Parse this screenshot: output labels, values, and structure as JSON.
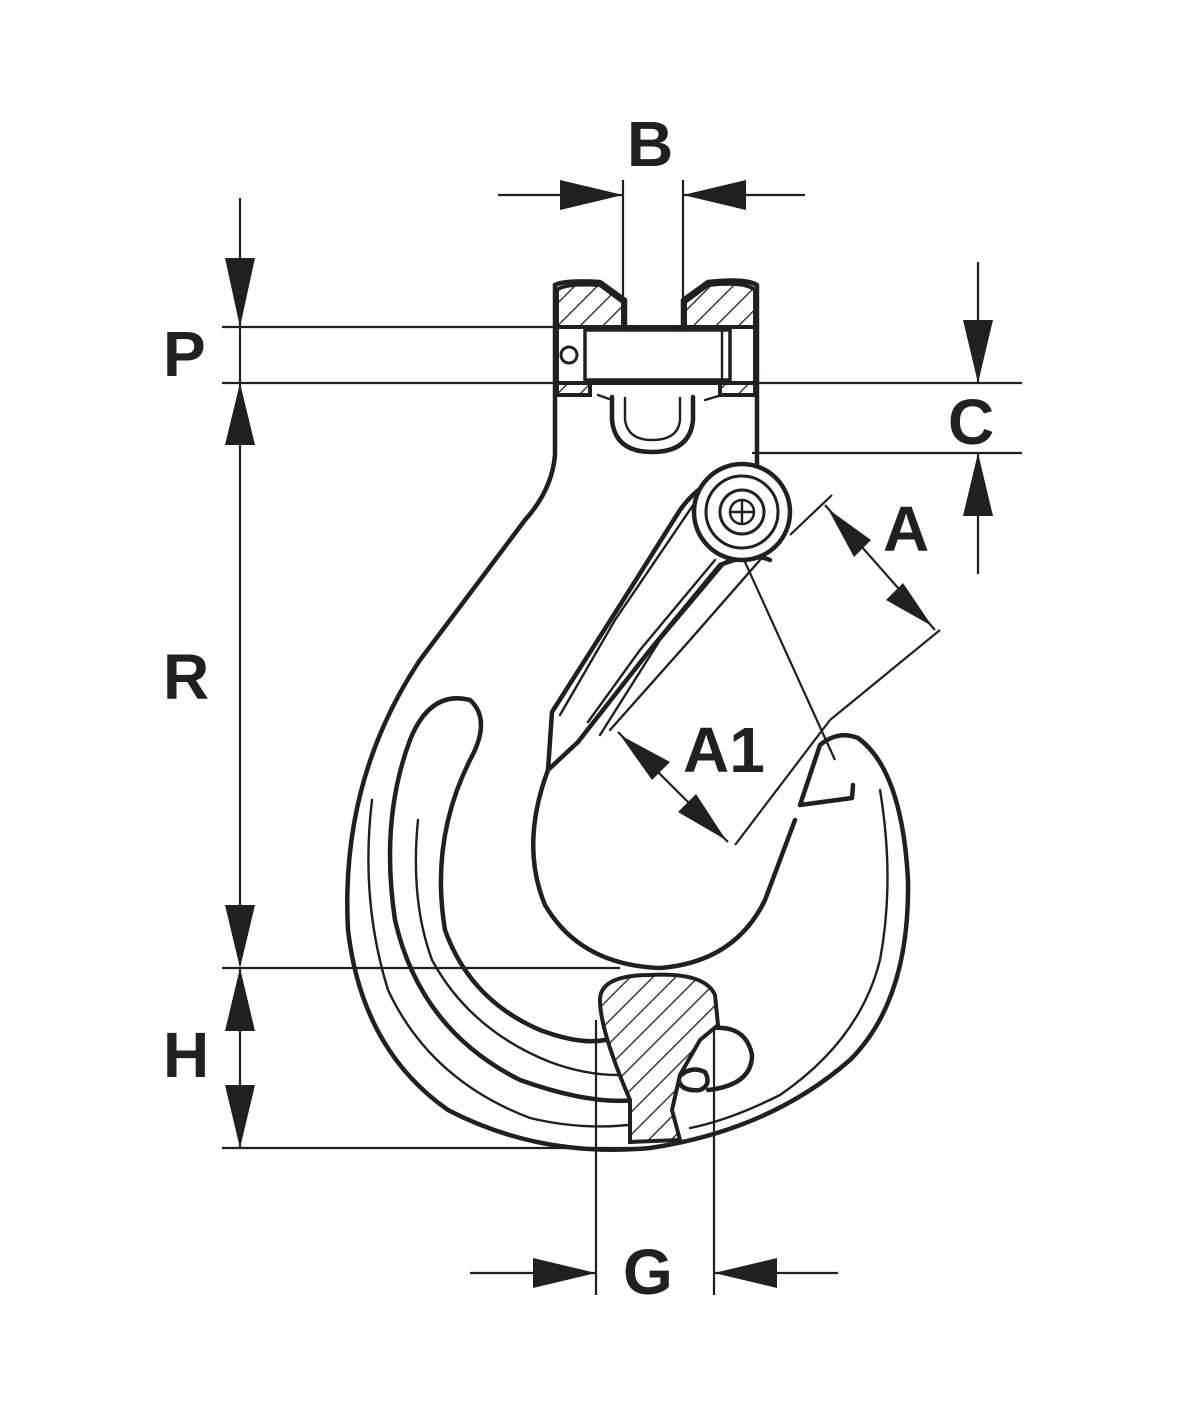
{
  "diagram": {
    "labels": {
      "b": "B",
      "p": "P",
      "c": "C",
      "a": "A",
      "r": "R",
      "a1": "A1",
      "h": "H",
      "g": "G"
    },
    "colors": {
      "ink": "#231f20",
      "background": "#ffffff"
    }
  }
}
